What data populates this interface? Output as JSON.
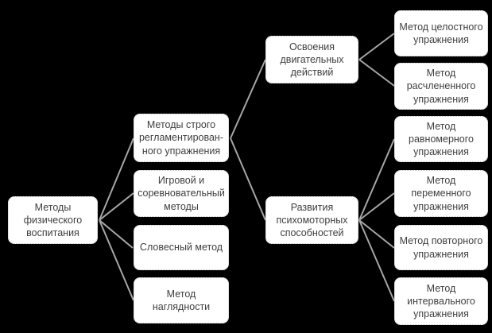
{
  "diagram_type": "hierarchy-flowchart",
  "colors": {
    "background": "#000000",
    "box_fill": "#ffffff",
    "box_border": "#bfbfbf",
    "text": "#3f3f3f",
    "connector": "#a6a6a6"
  },
  "nodes": {
    "root": {
      "id": "root",
      "label": "Методы\nфизического\nвоспитания"
    },
    "level2": [
      {
        "id": "strictly-regulated",
        "label": "Методы строго\nрегламентирован-\nного упражнения"
      },
      {
        "id": "game-competitive",
        "label": "Игровой и\nсоревновательный\nметоды"
      },
      {
        "id": "verbal",
        "label": "Словесный метод"
      },
      {
        "id": "visual",
        "label": "Метод наглядности"
      }
    ],
    "level3": [
      {
        "id": "motor-actions",
        "label": "Освоения\nдвигательных\nдействий"
      },
      {
        "id": "psychomotor",
        "label": "Развития\nпсихомоторных\nспособностей"
      }
    ],
    "level4": [
      {
        "id": "holistic",
        "label": "Метод целостного\nупражнения"
      },
      {
        "id": "dismembered",
        "label": "Метод\nрасчлененного\nупражнения"
      },
      {
        "id": "uniform",
        "label": "Метод\nравномерного\nупражнения"
      },
      {
        "id": "variable",
        "label": "Метод\nпеременного\nупражнения"
      },
      {
        "id": "repeated",
        "label": "Метод повторного\nупражнения"
      },
      {
        "id": "interval",
        "label": "Метод\nинтервального\nупражнения"
      }
    ]
  },
  "edges": [
    {
      "from": "root",
      "to": "strictly-regulated"
    },
    {
      "from": "root",
      "to": "game-competitive"
    },
    {
      "from": "root",
      "to": "verbal"
    },
    {
      "from": "root",
      "to": "visual"
    },
    {
      "from": "strictly-regulated",
      "to": "motor-actions"
    },
    {
      "from": "strictly-regulated",
      "to": "psychomotor"
    },
    {
      "from": "motor-actions",
      "to": "holistic"
    },
    {
      "from": "motor-actions",
      "to": "dismembered"
    },
    {
      "from": "psychomotor",
      "to": "uniform"
    },
    {
      "from": "psychomotor",
      "to": "variable"
    },
    {
      "from": "psychomotor",
      "to": "repeated"
    },
    {
      "from": "psychomotor",
      "to": "interval"
    }
  ]
}
